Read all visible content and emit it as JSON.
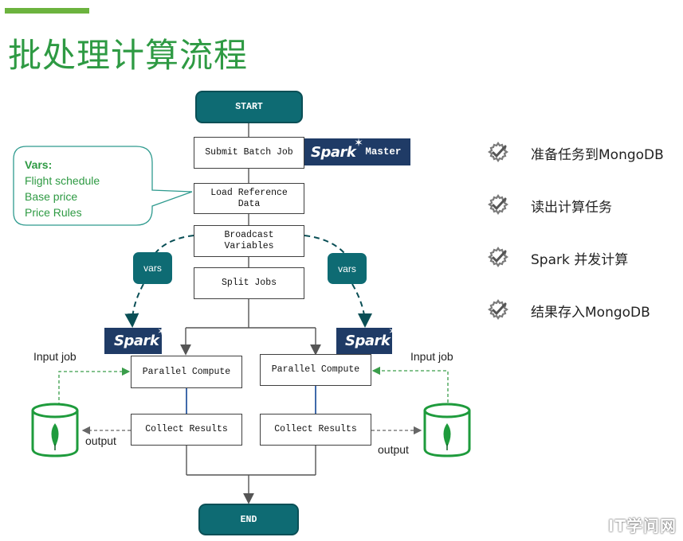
{
  "title": "批处理计算流程",
  "flow": {
    "start": "START",
    "end": "END",
    "submit": "Submit Batch Job",
    "load_ref": "Load Reference\nData",
    "broadcast": "Broadcast\nVariables",
    "split": "Split Jobs",
    "parallel_left": "Parallel Compute",
    "parallel_right": "Parallel Compute",
    "collect_left": "Collect Results",
    "collect_right": "Collect Results"
  },
  "spark": {
    "logo": "Spark",
    "master_label": "Master"
  },
  "callout": {
    "heading": "Vars:",
    "lines": [
      "Flight schedule",
      "Base price",
      "Price Rules"
    ]
  },
  "vars_left": "vars",
  "vars_right": "vars",
  "labels": {
    "input_left": "Input job",
    "input_right": "Input job",
    "output_left": "output",
    "output_right": "output"
  },
  "steps": [
    {
      "label": "准备任务到MongoDB",
      "icon": "gear-check-icon"
    },
    {
      "label": "读出计算任务",
      "icon": "gear-check-icon"
    },
    {
      "label": "Spark 并发计算",
      "icon": "gear-check-icon"
    },
    {
      "label": "结果存入MongoDB",
      "icon": "gear-check-icon"
    }
  ],
  "watermark": "IT学问网",
  "colors": {
    "accent_green": "#2e9a43",
    "teal": "#0e6b73",
    "spark_navy": "#1f3b66",
    "db_green": "#1e9b3c"
  }
}
